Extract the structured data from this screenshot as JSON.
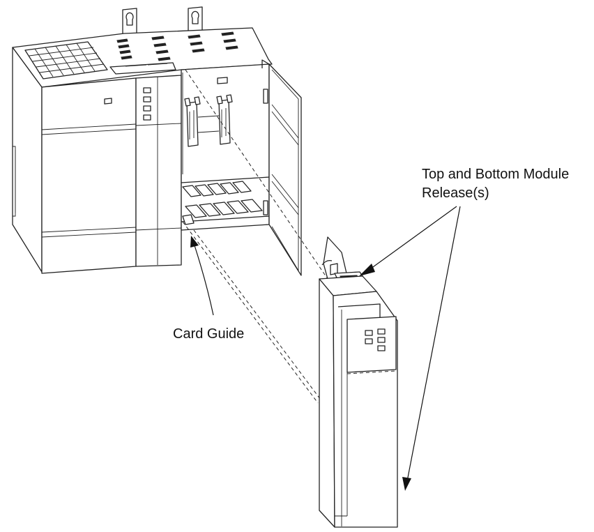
{
  "labels": {
    "release_line1": "Top and Bottom Module",
    "release_line2": "Release(s)",
    "card_guide": "Card Guide"
  }
}
